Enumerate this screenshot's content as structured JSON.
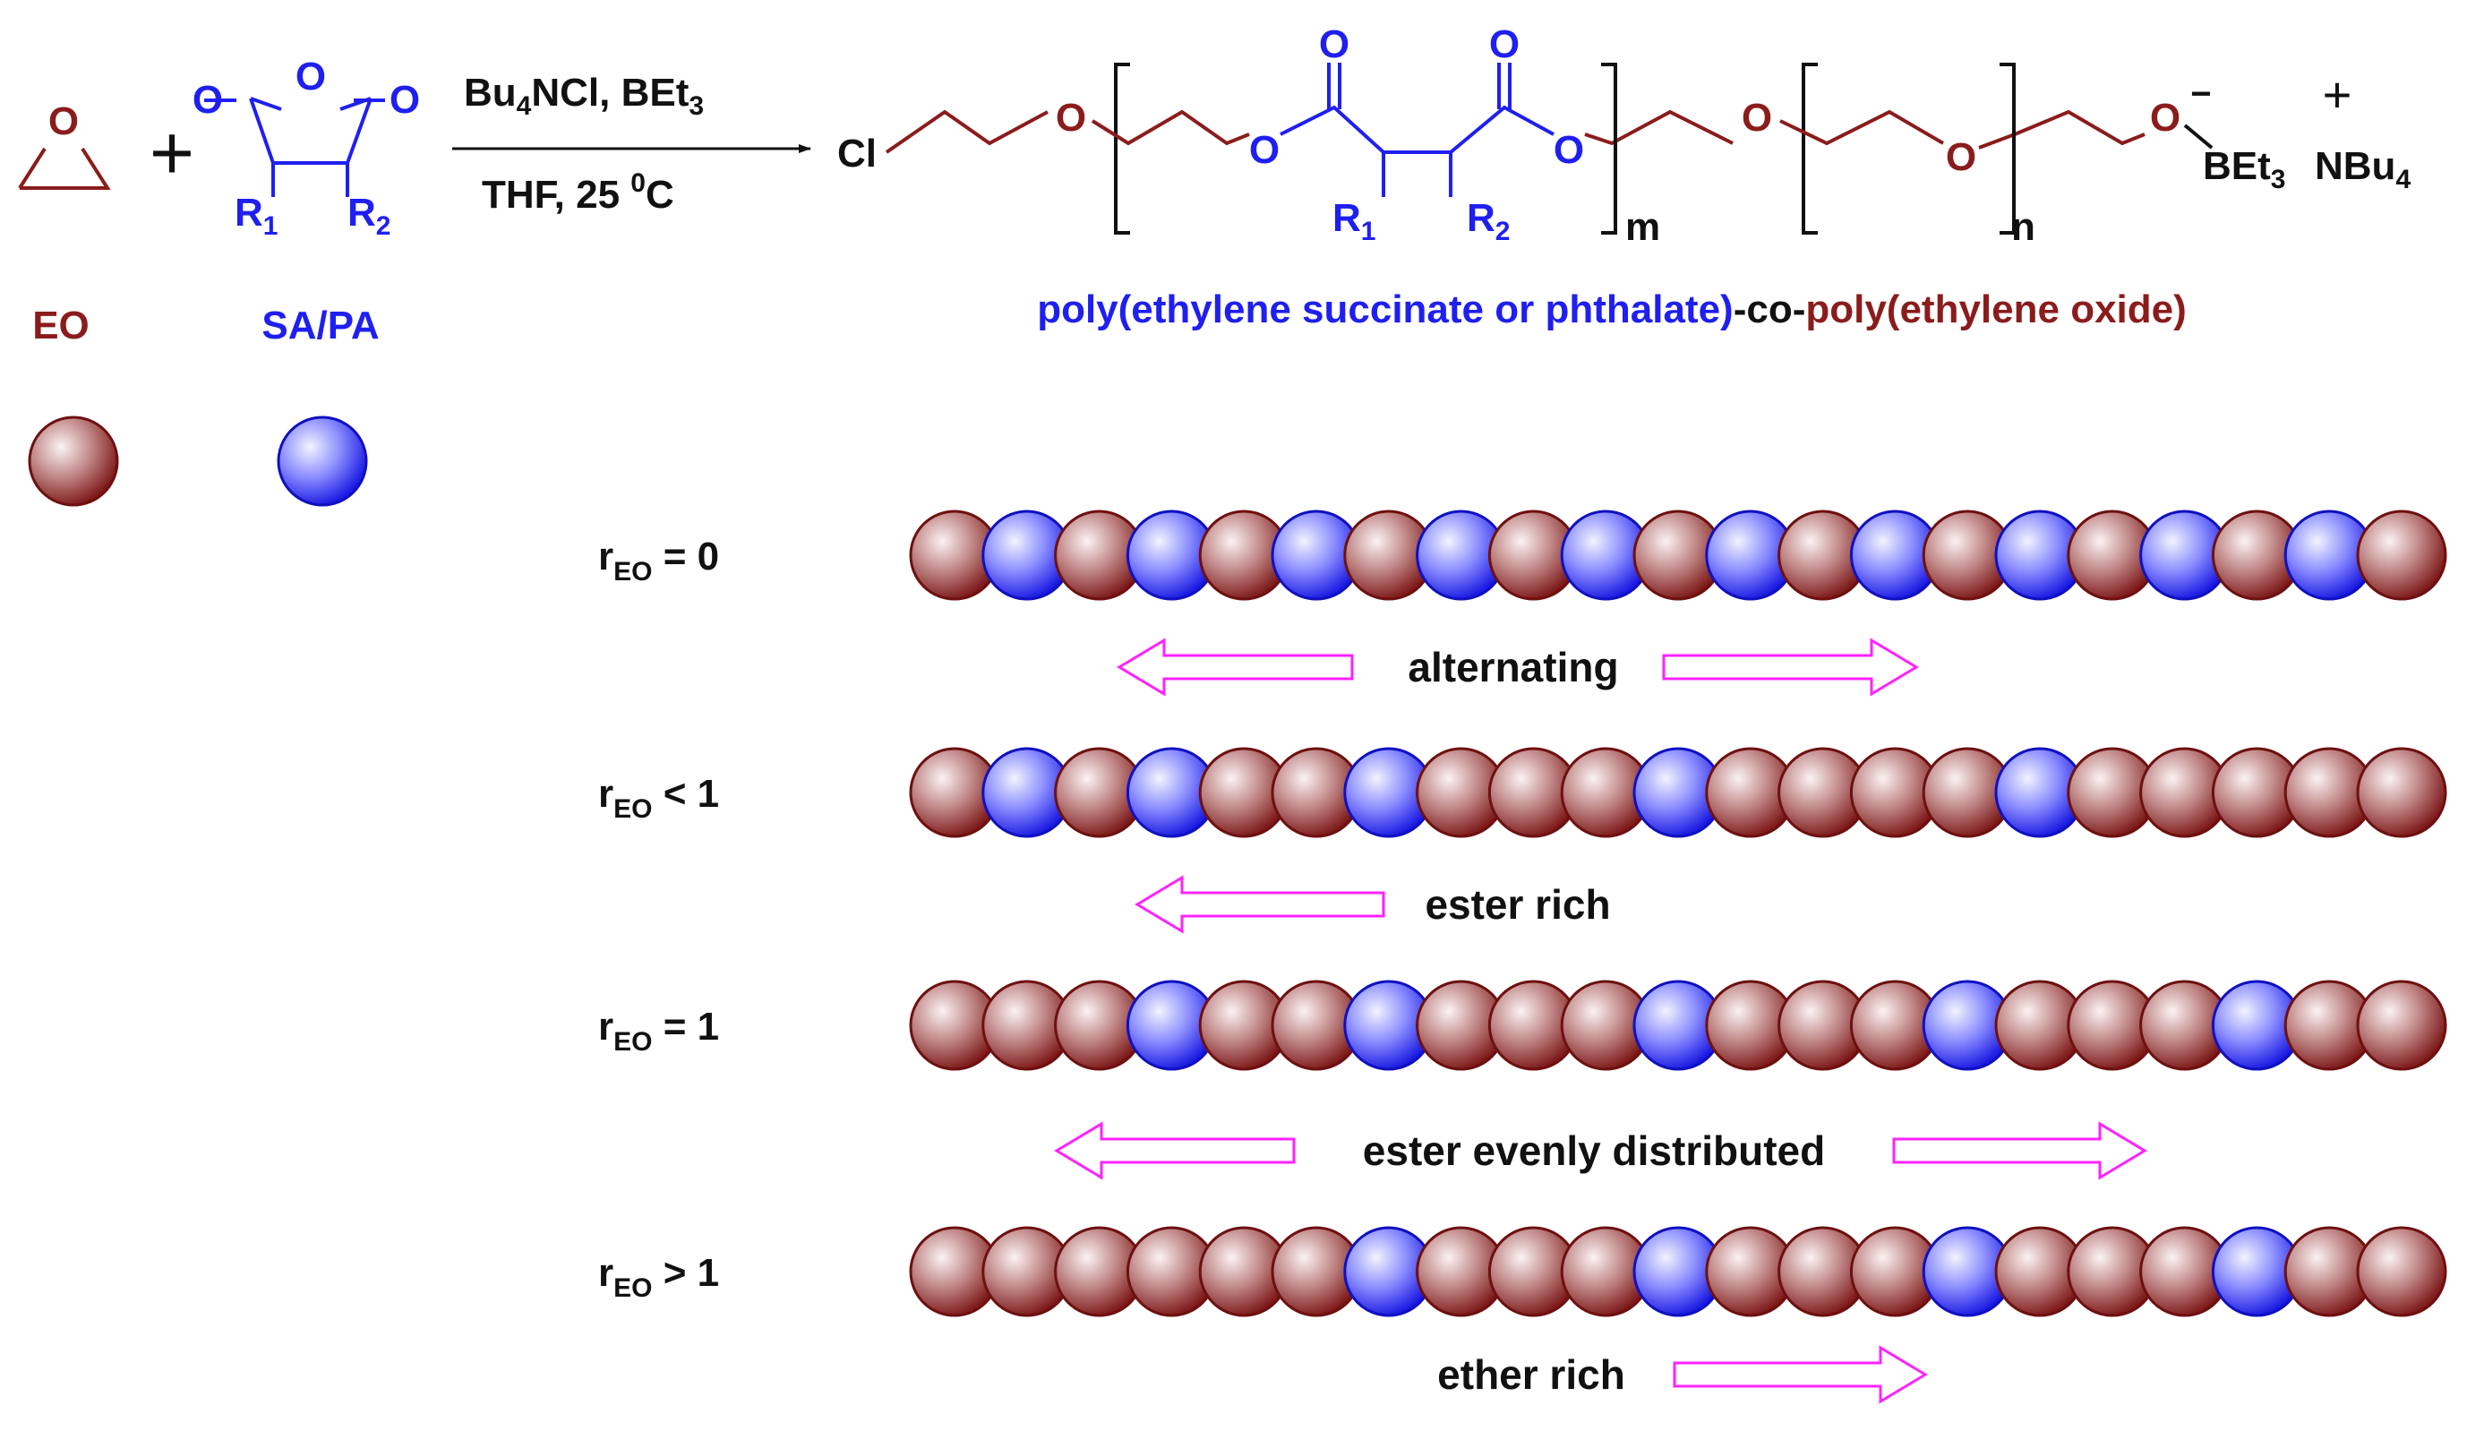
{
  "colors": {
    "eo": "#8b1c1c",
    "anhydride": "#1f1ff0",
    "arrow": "#ff22ff",
    "ink": "#111111"
  },
  "reaction": {
    "epoxide_o": "O",
    "plus": "+",
    "anhydride_ring_o": "O",
    "anhydride_co_left": "O",
    "anhydride_co_right": "O",
    "r1": "R",
    "r1_sub": "1",
    "r2": "R",
    "r2_sub": "2",
    "reagent_line1_a": "Bu",
    "reagent_line1_sub": "4",
    "reagent_line1_b": "NCl, BEt",
    "reagent_line1_sub2": "3",
    "condition_line2_a": "THF, 25 ",
    "condition_line2_sup": "0",
    "condition_line2_b": "C"
  },
  "product": {
    "cl": "Cl",
    "o_ether1": "O",
    "o_ester1": "O",
    "o_carbonyl1": "O",
    "o_carbonyl2": "O",
    "o_ester2": "O",
    "r1": "R",
    "r1_sub": "1",
    "r2": "R",
    "r2_sub": "2",
    "m": "m",
    "o_ether2": "O",
    "o_ether3": "O",
    "n": "n",
    "o_end": "O",
    "minus": "−",
    "bet3": "BEt",
    "bet3_sub": "3",
    "plus": "+",
    "nbu4": "NBu",
    "nbu4_sub": "4"
  },
  "title": {
    "part1": "poly(ethylene succinate or phthalate)",
    "part2": "-co-",
    "part3": "poly(ethylene oxide)"
  },
  "legend": {
    "eo_label": "EO",
    "sapa_label": "SA/PA"
  },
  "rows": [
    {
      "label_main": "r",
      "label_sub": "EO",
      "label_rel": " = 0",
      "sequence": "ABABABABABABABABABABA",
      "caption": "alternating",
      "arrows": "both"
    },
    {
      "label_main": "r",
      "label_sub": "EO",
      "label_rel": " < 1",
      "sequence": "ABABAABAAABAAAABAAAAA",
      "caption": "ester rich",
      "arrows": "left"
    },
    {
      "label_main": "r",
      "label_sub": "EO",
      "label_rel": " = 1",
      "sequence": "AAABAABAAABAAABAAABAA",
      "caption": "ester evenly distributed",
      "arrows": "both"
    },
    {
      "label_main": "r",
      "label_sub": "EO",
      "label_rel": " > 1",
      "sequence": "AAAAAABAAABAAABAAABAA",
      "caption": "ether rich",
      "arrows": "right"
    }
  ]
}
